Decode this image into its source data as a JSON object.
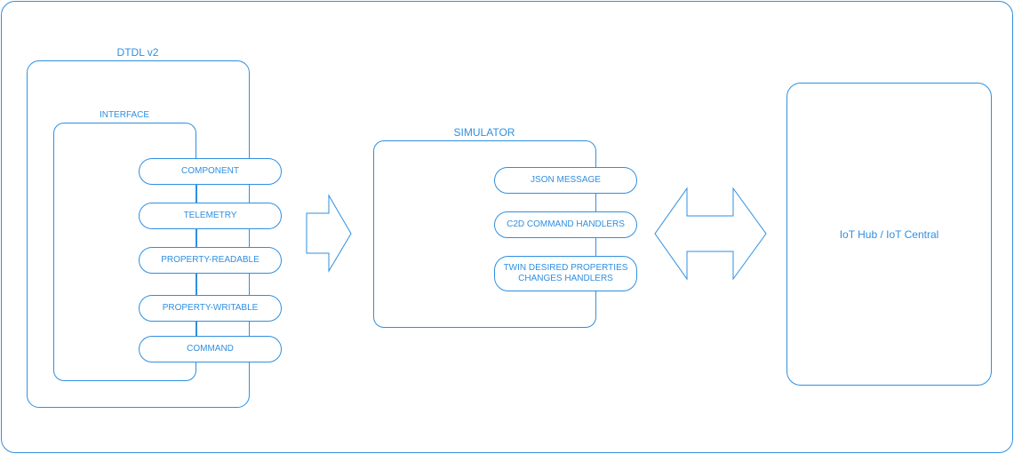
{
  "dtdl": {
    "title": "DTDL v2",
    "interface": {
      "title": "INTERFACE",
      "items": [
        "COMPONENT",
        "TELEMETRY",
        "PROPERTY-READABLE",
        "PROPERTY-WRITABLE",
        "COMMAND"
      ]
    }
  },
  "simulator": {
    "title": "SIMULATOR",
    "items": [
      "JSON MESSAGE",
      "C2D COMMAND HANDLERS",
      "TWIN DESIRED PROPERTIES\nCHANGES HANDLERS"
    ]
  },
  "target": {
    "label": "IoT Hub / IoT Central"
  },
  "colors": {
    "stroke": "#2f8fe0",
    "background": "#ffffff"
  }
}
